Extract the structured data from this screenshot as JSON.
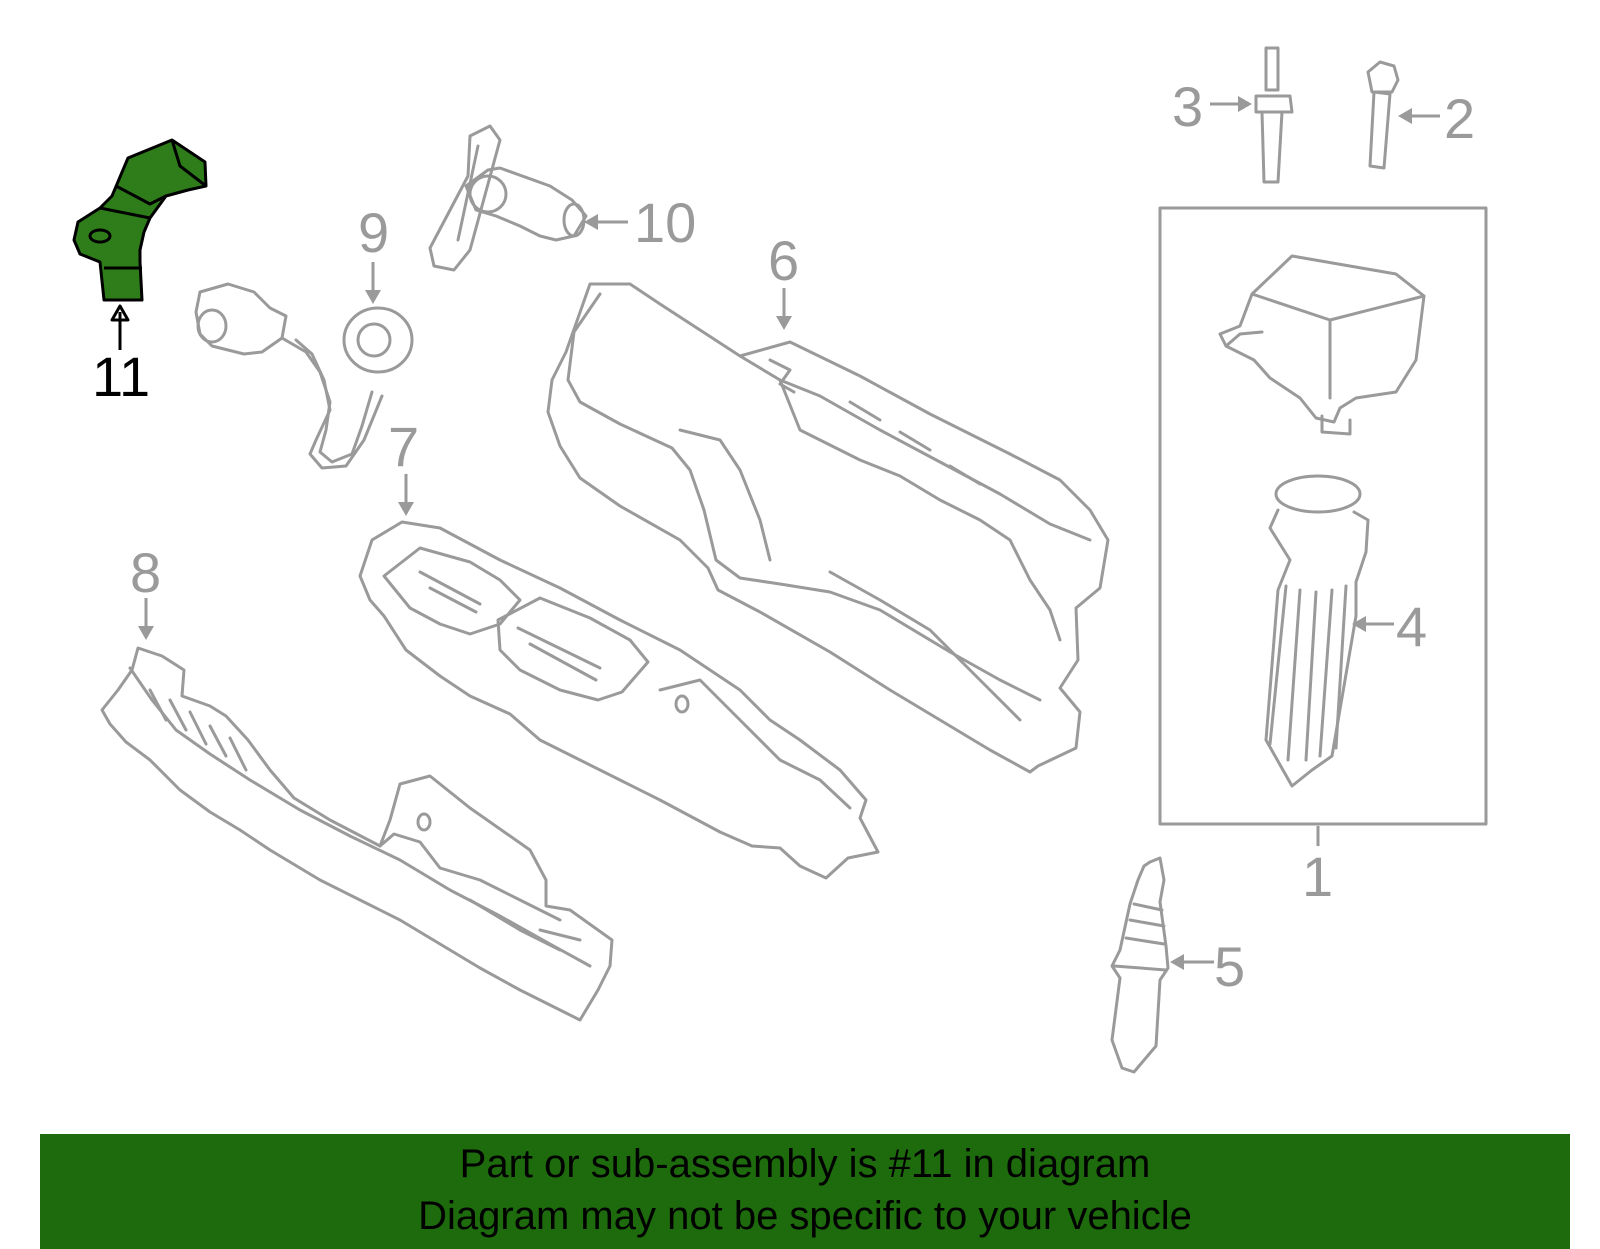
{
  "diagram": {
    "highlight_color": "#2e7d1a",
    "outline_color": "#9a9a9a",
    "callouts": {
      "c1": "1",
      "c2": "2",
      "c3": "3",
      "c4": "4",
      "c5": "5",
      "c6": "6",
      "c7": "7",
      "c8": "8",
      "c9": "9",
      "c10": "10",
      "c11": "11"
    },
    "highlighted_part": "11"
  },
  "banner": {
    "background": "#1d6b0c",
    "line1": "Part or sub-assembly is #11 in diagram",
    "line2": "Diagram may not be specific to your vehicle"
  }
}
